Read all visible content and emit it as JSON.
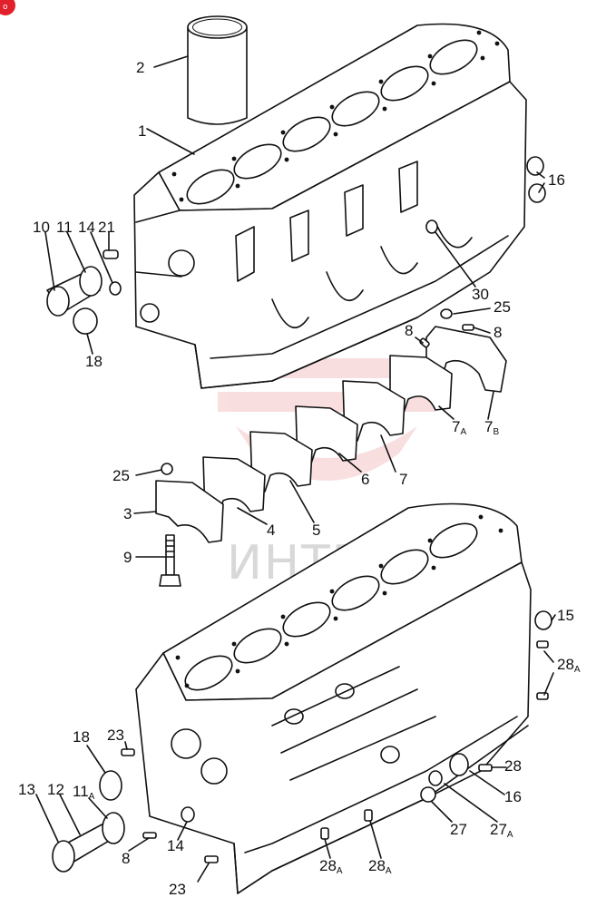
{
  "corner_badge": {
    "text": "o",
    "color": "#e0202a"
  },
  "watermark": {
    "text": "ИНТЕХ",
    "color": "#d8d8d8",
    "logo_color": "#f4c4c6"
  },
  "labels": [
    {
      "id": "2",
      "text": "2"
    },
    {
      "id": "1",
      "text": "1"
    },
    {
      "id": "10",
      "text": "10"
    },
    {
      "id": "11",
      "text": "11"
    },
    {
      "id": "14",
      "text": "14"
    },
    {
      "id": "21",
      "text": "21"
    },
    {
      "id": "18a",
      "text": "18"
    },
    {
      "id": "16a",
      "text": "16"
    },
    {
      "id": "30",
      "text": "30"
    },
    {
      "id": "25a",
      "text": "25"
    },
    {
      "id": "8a",
      "text": "8"
    },
    {
      "id": "8b",
      "text": "8"
    },
    {
      "id": "7a",
      "text": "7",
      "sub": "A"
    },
    {
      "id": "7b",
      "text": "7",
      "sub": "B"
    },
    {
      "id": "7",
      "text": "7"
    },
    {
      "id": "6",
      "text": "6"
    },
    {
      "id": "5",
      "text": "5"
    },
    {
      "id": "4",
      "text": "4"
    },
    {
      "id": "25b",
      "text": "25"
    },
    {
      "id": "3",
      "text": "3"
    },
    {
      "id": "9",
      "text": "9"
    },
    {
      "id": "15",
      "text": "15"
    },
    {
      "id": "28a1",
      "text": "28",
      "sub": "A"
    },
    {
      "id": "28",
      "text": "28"
    },
    {
      "id": "16b",
      "text": "16"
    },
    {
      "id": "27a",
      "text": "27",
      "sub": "A"
    },
    {
      "id": "27",
      "text": "27"
    },
    {
      "id": "28a2",
      "text": "28",
      "sub": "A"
    },
    {
      "id": "28a3",
      "text": "28",
      "sub": "A"
    },
    {
      "id": "18b",
      "text": "18"
    },
    {
      "id": "23a",
      "text": "23"
    },
    {
      "id": "13",
      "text": "13"
    },
    {
      "id": "12",
      "text": "12"
    },
    {
      "id": "11a",
      "text": "11",
      "sub": "A"
    },
    {
      "id": "8c",
      "text": "8"
    },
    {
      "id": "14b",
      "text": "14"
    },
    {
      "id": "23b",
      "text": "23"
    }
  ]
}
